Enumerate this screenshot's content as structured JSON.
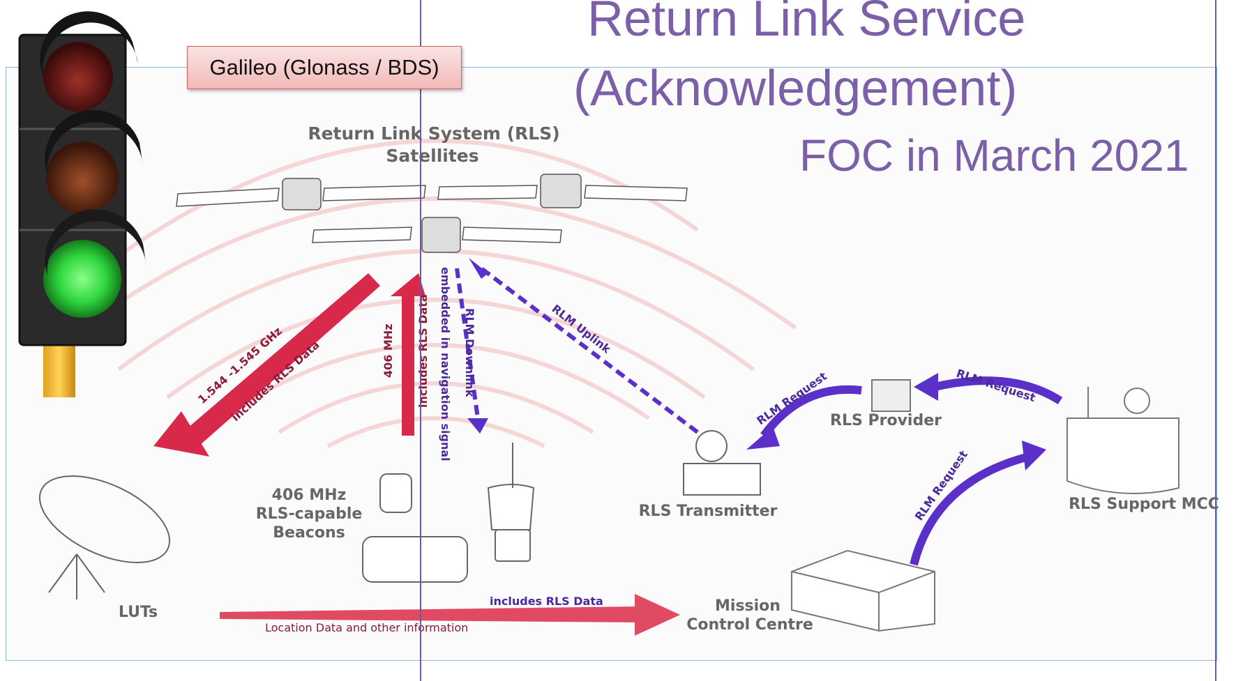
{
  "slide": {
    "title_line1": "Return Link Service",
    "title_line2": "(Acknowledgement)",
    "subtitle": "FOC in March 2021",
    "badge": "Galileo (Glonass / BDS)"
  },
  "diagram": {
    "satellites_label_1": "Return Link System (RLS)",
    "satellites_label_2": "Satellites",
    "freq_label": "1.544 -1.545 GHz",
    "includes_rls_data_1": "includes RLS Data",
    "mhz_label": "406 MHz",
    "includes_rls_data_2": "includes RLS Data",
    "rlm_downlink": "RLM Downlink",
    "embedded_nav": "embedded in navigation signal",
    "rlm_uplink": "RLM Uplink",
    "rlm_request_1": "RLM Request",
    "rlm_request_2": "RLM Request",
    "rlm_request_3": "RLM Request",
    "rls_provider": "RLS Provider",
    "rls_transmitter": "RLS Transmitter",
    "rls_support_mcc": "RLS Support MCC",
    "beacons_1": "406 MHz",
    "beacons_2": "RLS-capable",
    "beacons_3": "Beacons",
    "luts": "LUTs",
    "mission_1": "Mission",
    "mission_2": "Control Centre",
    "includes_rls_data_3": "includes RLS Data",
    "location_data": "Location Data and other information"
  },
  "colors": {
    "title": "#7b5fa8",
    "red_arrow": "#d8294b",
    "purple_arrow": "#5a30c8",
    "traffic_green": "#39e84a"
  }
}
